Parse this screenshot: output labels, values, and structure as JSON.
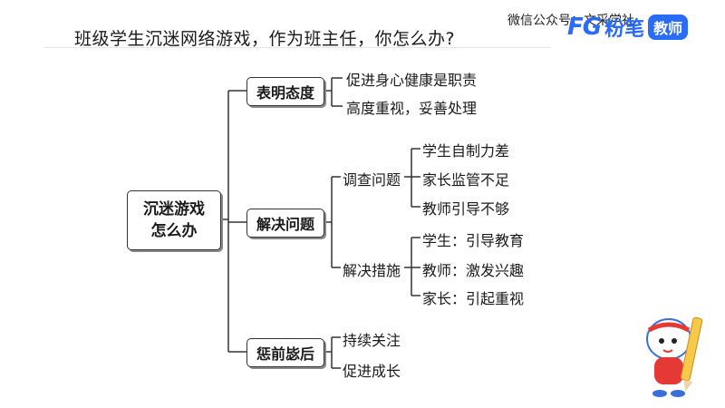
{
  "header": {
    "title": "班级学生沉迷网络游戏，作为班主任，你怎么办?",
    "wechat": "微信公众号：文采学社",
    "logo_prefix": "FG",
    "logo_brand": "粉笔",
    "logo_badge": "教师"
  },
  "diagram": {
    "root": [
      "沉迷游戏",
      "怎么办"
    ],
    "branches": [
      {
        "label": "表明态度",
        "leaves": [
          "促进身心健康是职责",
          "高度重视，妥善处理"
        ]
      },
      {
        "label": "解决问题",
        "sub": [
          {
            "label": "调查问题",
            "leaves": [
              "学生自制力差",
              "家长监管不足",
              "教师引导不够"
            ]
          },
          {
            "label": "解决措施",
            "leaves": [
              "学生：引导教育",
              "教师：激发兴趣",
              "家长：引起重视"
            ]
          }
        ]
      },
      {
        "label": "惩前毖后",
        "leaves": [
          "持续关注",
          "促进成长"
        ]
      }
    ]
  },
  "colors": {
    "brand": "#2b6cf6",
    "line": "#333333"
  }
}
